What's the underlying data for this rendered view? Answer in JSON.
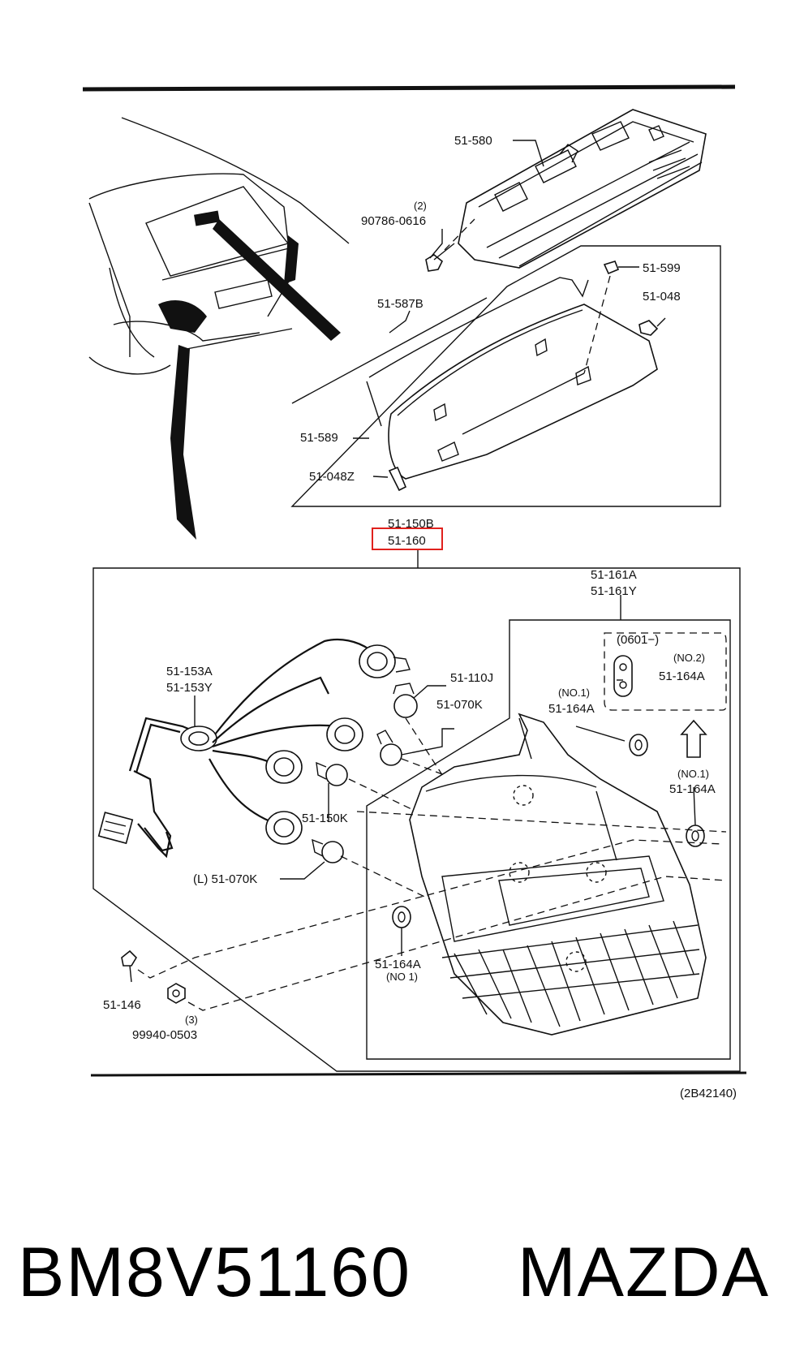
{
  "callouts": {
    "high_mount_lamp": "51-580",
    "screw_qty": "(2)",
    "screw": "90786-0616",
    "nut_clip": "51-599",
    "lens_b": "51-587B",
    "clip": "51-048",
    "gasket": "51-589",
    "clip_z": "51-048Z",
    "rear_lamp_b": "51-150B",
    "rear_lamp": "51-160",
    "lens_a": "51-161A",
    "lens_y": "51-161Y",
    "socket_a": "51-153A",
    "socket_y": "51-153Y",
    "bulb_110j": "51-110J",
    "bulb_070k": "51-070K",
    "bulb_150k": "51-150K",
    "bulb_070k_left": "(L) 51-070K",
    "serial_break": "(0601−)",
    "no2": "(NO.2)",
    "gasket_164a_no2": "51-164A",
    "no1_a": "(NO.1)",
    "gasket_164a_no1_a": "51-164A",
    "no1_b": "(NO.1)",
    "gasket_164a_no1_b": "51-164A",
    "gasket_164a_no1_c": "51-164A",
    "no1_c": "(NO 1)",
    "bolt": "51-146",
    "nut_qty": "(3)",
    "nut": "99940-0503",
    "diagram_id": "(2B42140)"
  },
  "caption": {
    "part_number": "BM8V51160",
    "brand": "MAZDA"
  },
  "colors": {
    "highlight": "#e0211d",
    "line": "#111111"
  }
}
